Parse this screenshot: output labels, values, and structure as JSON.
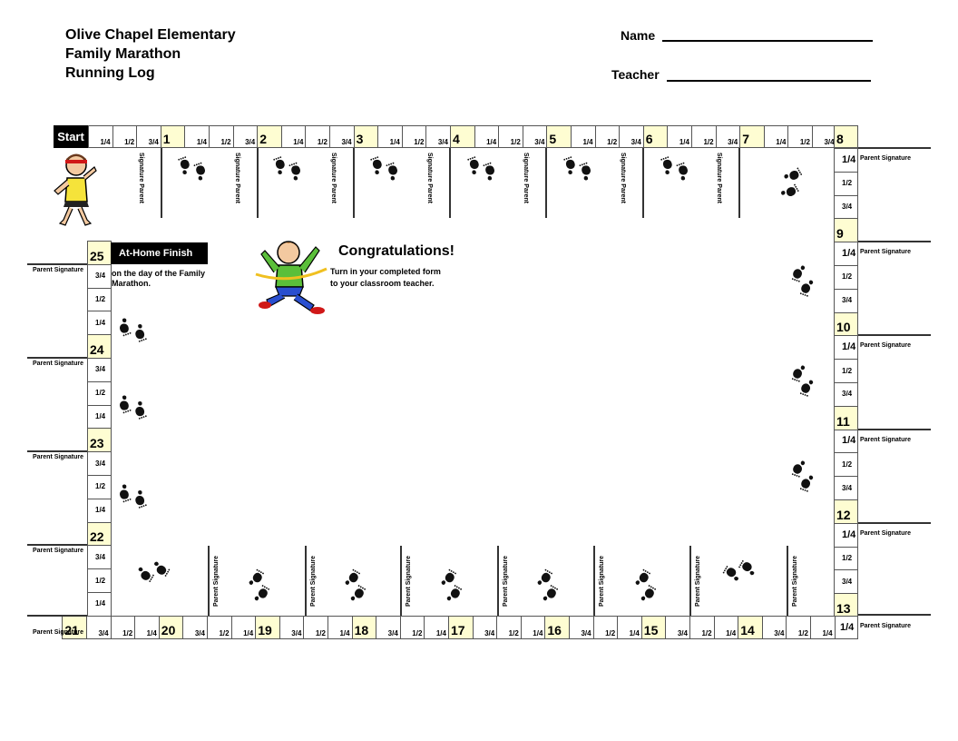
{
  "header": {
    "school": "Olive Chapel Elementary",
    "event": "Family Marathon",
    "log": "Running Log",
    "name_label": "Name",
    "teacher_label": "Teacher"
  },
  "board": {
    "start_label": "Start",
    "finish_label": "At-Home Finish",
    "finish_note": "on the day of the Family Marathon.",
    "congrats_title": "Congratulations!",
    "congrats_text_1": "Turn in your completed form",
    "congrats_text_2": "to your classroom teacher.",
    "parent_signature": "Parent Signature",
    "signature_parent": "Signature Parent",
    "quarter_labels": [
      "1/4",
      "1/2",
      "3/4"
    ],
    "top_miles": [
      "1",
      "2",
      "3",
      "4",
      "5",
      "6",
      "7",
      "8"
    ],
    "right_miles": [
      "9",
      "10",
      "11",
      "12",
      "13"
    ],
    "bottom_miles": [
      "21",
      "20",
      "19",
      "18",
      "17",
      "16",
      "15",
      "14"
    ],
    "left_miles": [
      "25",
      "24",
      "23",
      "22"
    ]
  },
  "icons": {
    "runner_start": "runner-girl-icon",
    "runner_finish": "runner-boy-finish-icon",
    "footprints": "footprints-icon"
  }
}
